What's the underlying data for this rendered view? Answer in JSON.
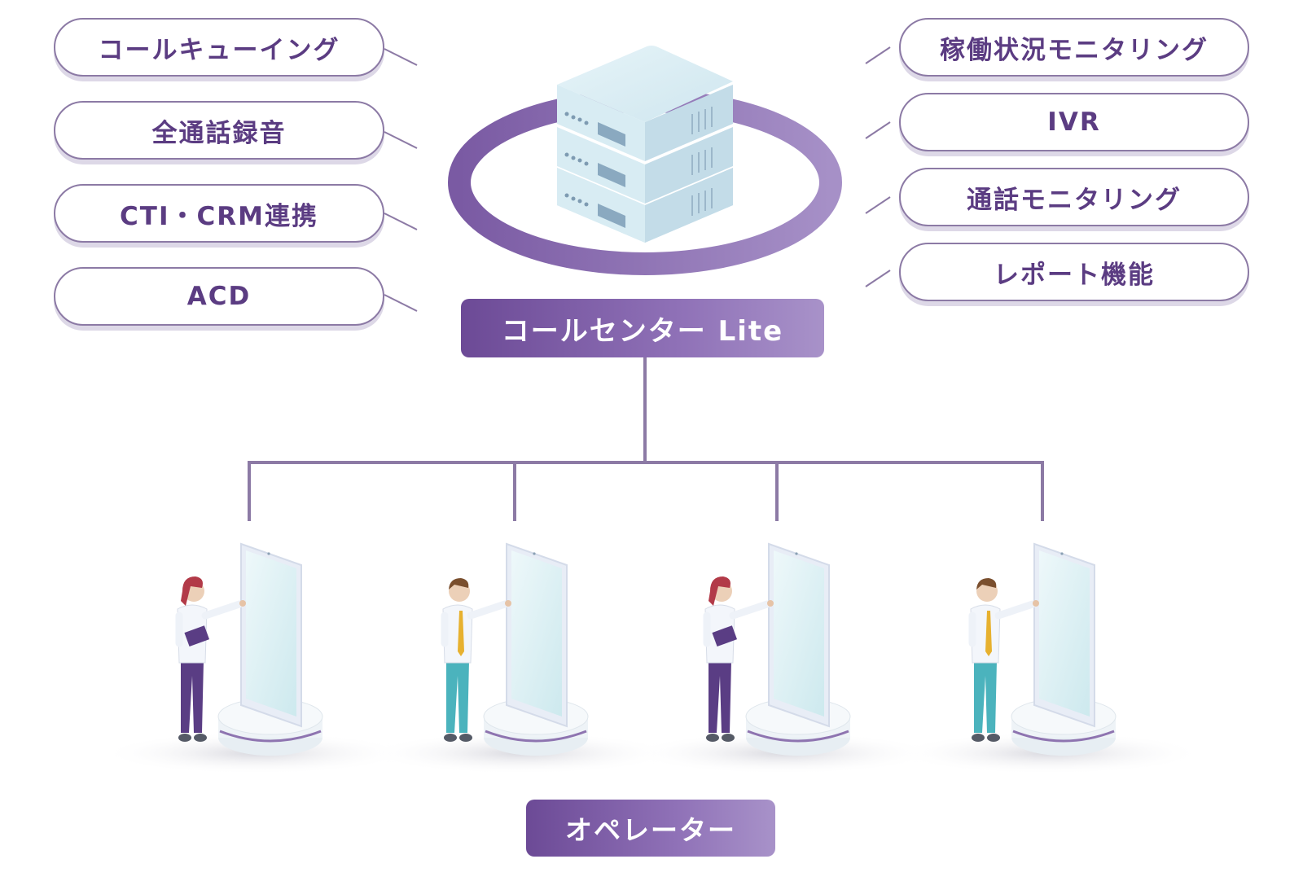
{
  "features_left": [
    {
      "label": "コールキューイング"
    },
    {
      "label": "全通話録音"
    },
    {
      "label": "CTI・CRM連携"
    },
    {
      "label": "ACD"
    }
  ],
  "features_right": [
    {
      "label": "稼働状況モニタリング"
    },
    {
      "label": "IVR"
    },
    {
      "label": "通話モニタリング"
    },
    {
      "label": "レポート機能"
    }
  ],
  "system": {
    "label": "コールセンター Lite"
  },
  "operators": {
    "label": "オペレーター",
    "people": [
      {
        "gender": "female"
      },
      {
        "gender": "male"
      },
      {
        "gender": "female"
      },
      {
        "gender": "male"
      }
    ]
  },
  "colors": {
    "accent_purple": "#6c4a96",
    "line_purple": "#8c7aa5",
    "ring_purple": "#8e74b0",
    "server_blue": "#d6ebf3",
    "screen_blue": "#e3f4f6"
  },
  "icons": [
    "server-icon",
    "operator-icon",
    "tablet-kiosk-icon"
  ]
}
